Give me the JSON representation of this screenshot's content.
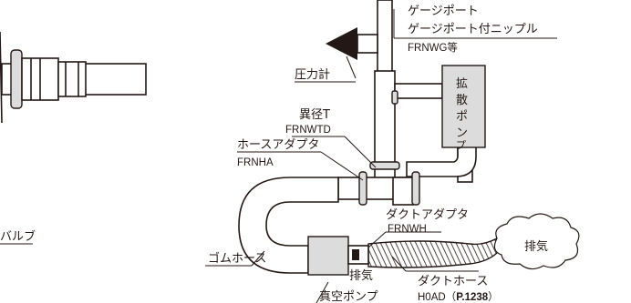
{
  "labels": {
    "gauge_port": "ゲージポート",
    "gauge_port_nipple": "ゲージポート付ニップル",
    "gauge_port_part": "FRNWG等",
    "pressure_gauge": "圧力計",
    "reducer_tee": "異径T",
    "reducer_tee_part": "FRNWTD",
    "hose_adapter": "ホースアダプタ",
    "hose_adapter_part": "FRNHA",
    "rubber_hose": "ゴムホース",
    "vacuum_pump": "真空ポンプ",
    "exhaust_small": "排気",
    "duct_adapter": "ダクトアダプタ",
    "duct_adapter_part": "FRNWH",
    "duct_hose": "ダクトホース",
    "duct_hose_part": "H0AD（",
    "duct_hose_page": "P.1238",
    "duct_hose_close": "）",
    "exhaust_cloud": "排気",
    "diffusion_pump": "拡散ポンプ",
    "valve": "バルブ"
  },
  "colors": {
    "line": "#231815",
    "hatch_fill": "#9fa0a0",
    "part_fill": "#dcdcdd"
  }
}
